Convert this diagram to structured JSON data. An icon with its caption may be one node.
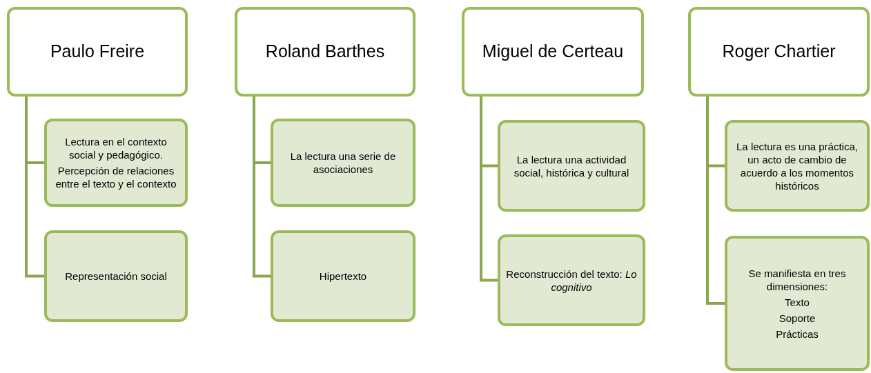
{
  "diagram": {
    "nodes": [
      {
        "text": [
          "Paulo Freire"
        ]
      },
      {
        "text": [
          "Lectura en el contexto social y pedagógico.",
          "Percepción de relaciones entre el texto y el contexto"
        ]
      },
      {
        "text": [
          "Representación social"
        ]
      },
      {
        "text": [
          "Roland Barthes"
        ]
      },
      {
        "text": [
          "La lectura una serie de asociaciones"
        ]
      },
      {
        "text": [
          "Hipertexto"
        ]
      },
      {
        "text": [
          "Miguel de Certeau"
        ]
      },
      {
        "text": [
          "La lectura una actividad social, histórica y cultural"
        ]
      },
      {
        "text": [
          "Reconstrucción del texto: *Lo cognitivo*"
        ]
      },
      {
        "text": [
          "Roger Chartier"
        ]
      },
      {
        "text": [
          "La lectura es una práctica, un acto de cambio de acuerdo a los momentos históricos"
        ]
      },
      {
        "text": [
          "Se manifiesta en tres dimensiones:",
          "Texto",
          "Soporte",
          "Prácticas"
        ]
      }
    ],
    "edges": [
      {
        "from": 0,
        "to": 1,
        "arrow": "none"
      },
      {
        "from": 0,
        "to": 2,
        "arrow": "none"
      },
      {
        "from": 3,
        "to": 4,
        "arrow": "none"
      },
      {
        "from": 3,
        "to": 5,
        "arrow": "none"
      },
      {
        "from": 6,
        "to": 7,
        "arrow": "none"
      },
      {
        "from": 6,
        "to": 8,
        "arrow": "none"
      },
      {
        "from": 9,
        "to": 10,
        "arrow": "none"
      },
      {
        "from": 9,
        "to": 11,
        "arrow": "none"
      }
    ]
  }
}
